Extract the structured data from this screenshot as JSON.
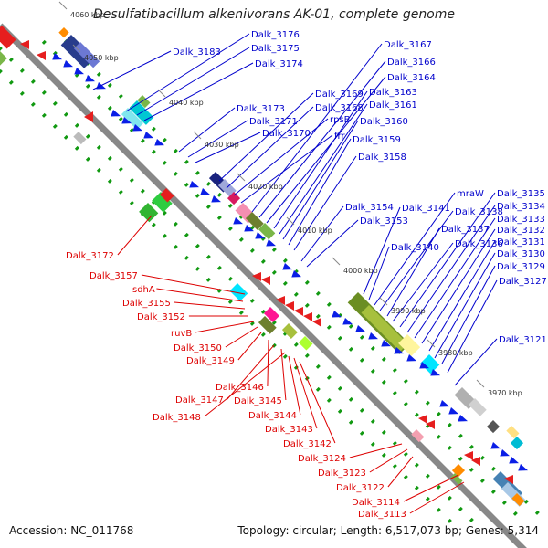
{
  "title": "Desulfatibacillum alkenivorans AK-01, complete genome",
  "accession": "Accession: NC_011768",
  "topology": "Topology: circular; Length: 6,517,073 bp; Genes: 5,314",
  "colors": {
    "top_labels": "#0000cc",
    "bottom_labels": "#dd0000",
    "backbone": "#888888",
    "ticks": "#119911"
  },
  "scale_labels": [
    "4060 kbp",
    "4050 kbp",
    "4040 kbp",
    "4030 kbp",
    "4020 kbp",
    "4010 kbp",
    "4000 kbp",
    "3990 kbp",
    "3980 kbp",
    "3970 kbp"
  ],
  "top_genes": [
    "Dalk_3183",
    "Dalk_3176",
    "Dalk_3175",
    "Dalk_3174",
    "Dalk_3173",
    "Dalk_3171",
    "Dalk_3170",
    "Dalk_3169",
    "Dalk_3168",
    "rpsB",
    "frr",
    "Dalk_3167",
    "Dalk_3166",
    "Dalk_3164",
    "Dalk_3163",
    "Dalk_3161",
    "Dalk_3160",
    "Dalk_3159",
    "Dalk_3158",
    "Dalk_3154",
    "Dalk_3153",
    "Dalk_3141",
    "Dalk_3140",
    "mraW",
    "Dalk_3138",
    "Dalk_3137",
    "Dalk_3136",
    "Dalk_3135",
    "Dalk_3134",
    "Dalk_3133",
    "Dalk_3132",
    "Dalk_3131",
    "Dalk_3130",
    "Dalk_3129",
    "Dalk_3127",
    "Dalk_3121"
  ],
  "bottom_genes": [
    "Dalk_3172",
    "Dalk_3157",
    "sdhA",
    "Dalk_3155",
    "Dalk_3152",
    "ruvB",
    "Dalk_3150",
    "Dalk_3149",
    "Dalk_3146",
    "Dalk_3147",
    "Dalk_3145",
    "Dalk_3148",
    "Dalk_3144",
    "Dalk_3143",
    "Dalk_3142",
    "Dalk_3124",
    "Dalk_3123",
    "Dalk_3122",
    "Dalk_3114",
    "Dalk_3113"
  ]
}
